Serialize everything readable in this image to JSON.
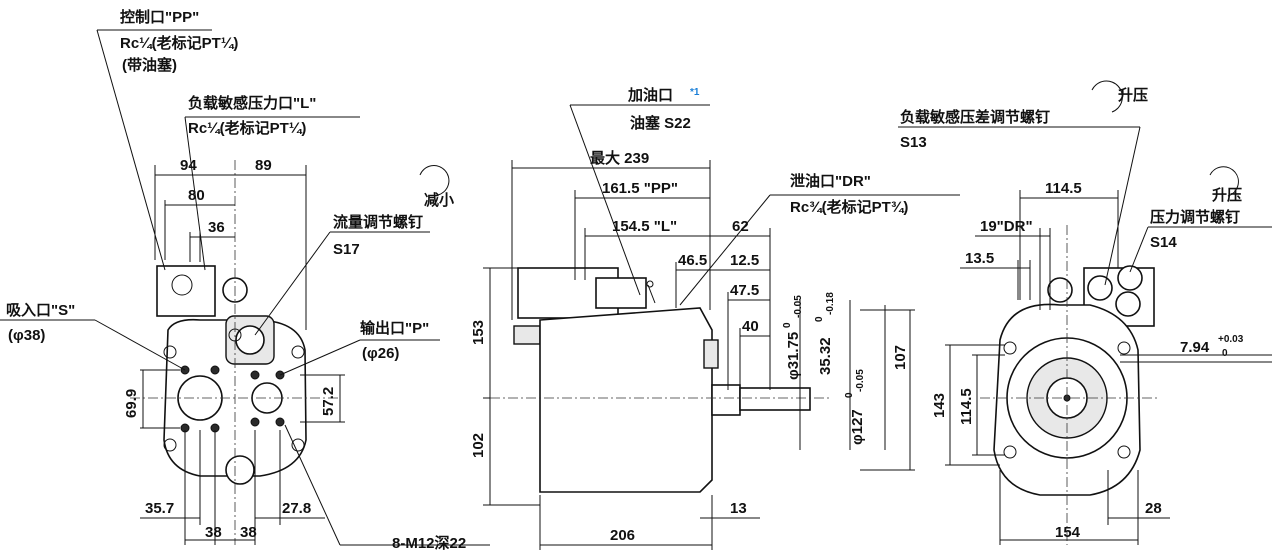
{
  "labels": {
    "control_port_title": "控制口\"PP\"",
    "control_port_thread": "Rc¼(老标记PT¼)",
    "control_port_plug": "(带油塞)",
    "load_sense_title": "负载敏感压力口\"L\"",
    "load_sense_thread": "Rc¼(老标记PT¼)",
    "decrease": "减小",
    "flow_screw": "流量调节螺钉",
    "flow_screw_code": "S17",
    "suction_port": "吸入口\"S\"",
    "suction_dia": "(φ38)",
    "outlet_port": "输出口\"P\"",
    "outlet_dia": "(φ26)",
    "bolts": "8-M12深22",
    "fill_port": "加油口",
    "fill_mark": "*1",
    "fill_plug": "油塞 S22",
    "drain_title": "泄油口\"DR\"",
    "drain_thread": "Rc¾(老标记PT¾)",
    "rise1": "升压",
    "ls_diff_screw": "负载敏感压差调节螺钉",
    "ls_diff_code": "S13",
    "rise2": "升压",
    "pressure_screw": "压力调节螺钉",
    "pressure_code": "S14"
  },
  "dims": {
    "d94": "94",
    "d89": "89",
    "d80": "80",
    "d36": "36",
    "d69_9": "69.9",
    "d57_2": "57.2",
    "d35_7": "35.7",
    "d27_8": "27.8",
    "d38a": "38",
    "d38b": "38",
    "max239": "最大 239",
    "d161_5": "161.5 \"PP\"",
    "d154_5": "154.5 \"L\"",
    "d62": "62",
    "d46_5": "46.5",
    "d12_5": "12.5",
    "d47_5": "47.5",
    "d40": "40",
    "d153": "153",
    "d102": "102",
    "d206": "206",
    "d13": "13",
    "shaft_dia": "φ31.75",
    "shaft_tol": "-0.05",
    "shaft_tol0": "0",
    "key_h": "35.32",
    "key_tol": "-0.18",
    "key_tol0": "0",
    "pilot_dia": "φ127",
    "pilot_tol": "-0.05",
    "pilot_tol0": "0",
    "d107": "107",
    "d114_5top": "114.5",
    "d19dr": "19\"DR\"",
    "d13_5": "13.5",
    "d7_94": "7.94",
    "d7_94_tol_up": "+0.03",
    "d7_94_tol_lo": "0",
    "d143": "143",
    "d114_5side": "114.5",
    "d28": "28",
    "d154": "154"
  }
}
